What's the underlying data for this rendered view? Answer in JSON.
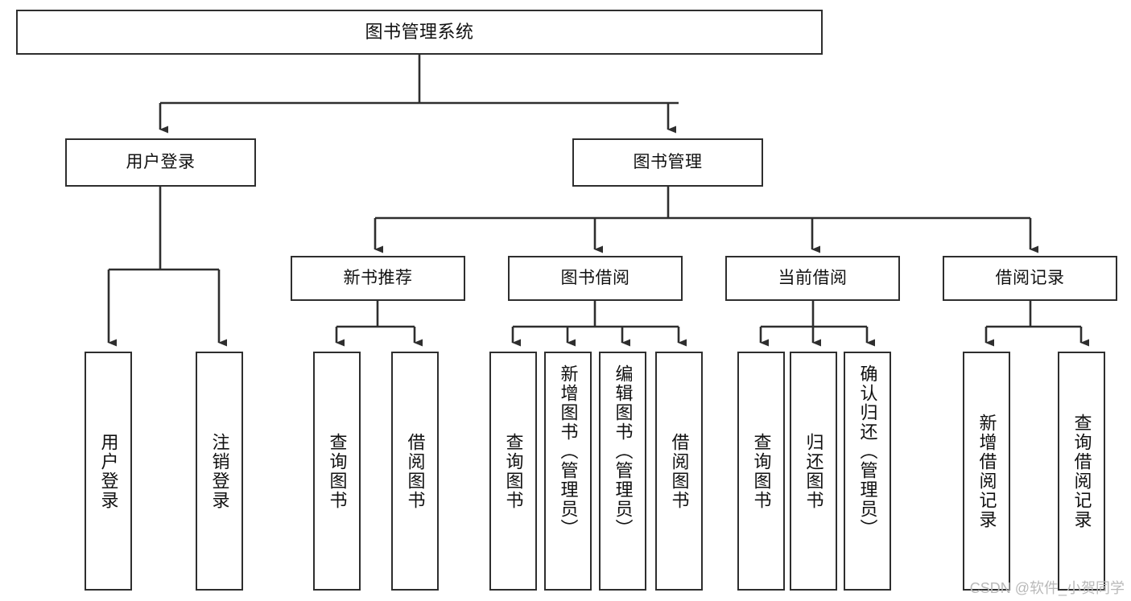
{
  "diagram": {
    "title": "图书管理系统",
    "type": "tree-hierarchy-diagram",
    "colors": {
      "box_border": "#2e2e2e",
      "box_fill": "#ffffff",
      "connector": "#2e2e2e",
      "text": "#111111",
      "watermark": "#b9b9b9"
    },
    "root": {
      "label": "图书管理系统"
    },
    "level1": [
      {
        "label": "用户登录"
      },
      {
        "label": "图书管理"
      }
    ],
    "level2": [
      {
        "label": "新书推荐"
      },
      {
        "label": "图书借阅"
      },
      {
        "label": "当前借阅"
      },
      {
        "label": "借阅记录"
      }
    ],
    "leaves": {
      "user_login": [
        {
          "label": "用户登录"
        },
        {
          "label": "注销登录"
        }
      ],
      "new_book_recommend": [
        {
          "label": "查询图书"
        },
        {
          "label": "借阅图书"
        }
      ],
      "book_borrow": [
        {
          "label": "查询图书"
        },
        {
          "label": "新增图书（管理员）"
        },
        {
          "label": "编辑图书（管理员）"
        },
        {
          "label": "借阅图书"
        }
      ],
      "current_borrow": [
        {
          "label": "查询图书"
        },
        {
          "label": "归还图书"
        },
        {
          "label": "确认归还（管理员）"
        }
      ],
      "borrow_record": [
        {
          "label": "新增借阅记录"
        },
        {
          "label": "查询借阅记录"
        }
      ]
    }
  },
  "watermark": {
    "text": "CSDN @软件_小贺同学"
  }
}
